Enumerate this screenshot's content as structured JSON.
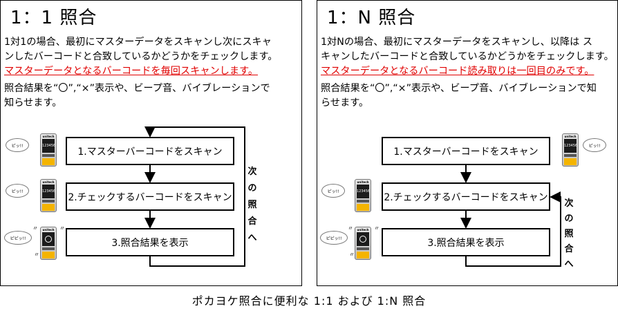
{
  "left": {
    "title": "1：1 照合",
    "desc1": "1対1の場合、最初にマスターデータをスキャンし次にスキャ",
    "desc2": "ンしたバーコードと合致しているかどうかをチェックします。",
    "red": "マスターデータとなるバーコードを毎回スキャンします。",
    "result1": "照合結果を“〇”,“×”表示や、ビープ音、バイブレーションで",
    "result2": "知らせます。",
    "steps": [
      "1.マスターバーコードをスキャン",
      "2.チェックするバーコードをスキャン",
      "3.照合結果を表示"
    ],
    "next": [
      "次",
      "の",
      "照",
      "合",
      "へ"
    ]
  },
  "right": {
    "title": "1：N 照合",
    "desc1": "1対Nの場合、最初にマスターデータをスキャンし、以降は ス",
    "desc2": "キャンしたバーコードと合致しているかどうかをチェックします。",
    "red": "マスターデータとなるバーコード読み取りは一回目のみです。",
    "result1": "照合結果を“〇”,“×”表示や、ビープ音、バイブレーションで知",
    "result2": "らせます。",
    "steps": [
      "1.マスターバーコードをスキャン",
      "2.チェックするバーコードをスキャン",
      "3.照合結果を表示"
    ],
    "next": [
      "次",
      "の",
      "照",
      "合",
      "へ"
    ]
  },
  "device": {
    "brand": "unitech",
    "code": "123456",
    "beep1": "ピッ!!",
    "beep2": "ピピッ!!"
  },
  "caption": "ポカヨケ照合に便利な 1:1 および 1:N 照合"
}
